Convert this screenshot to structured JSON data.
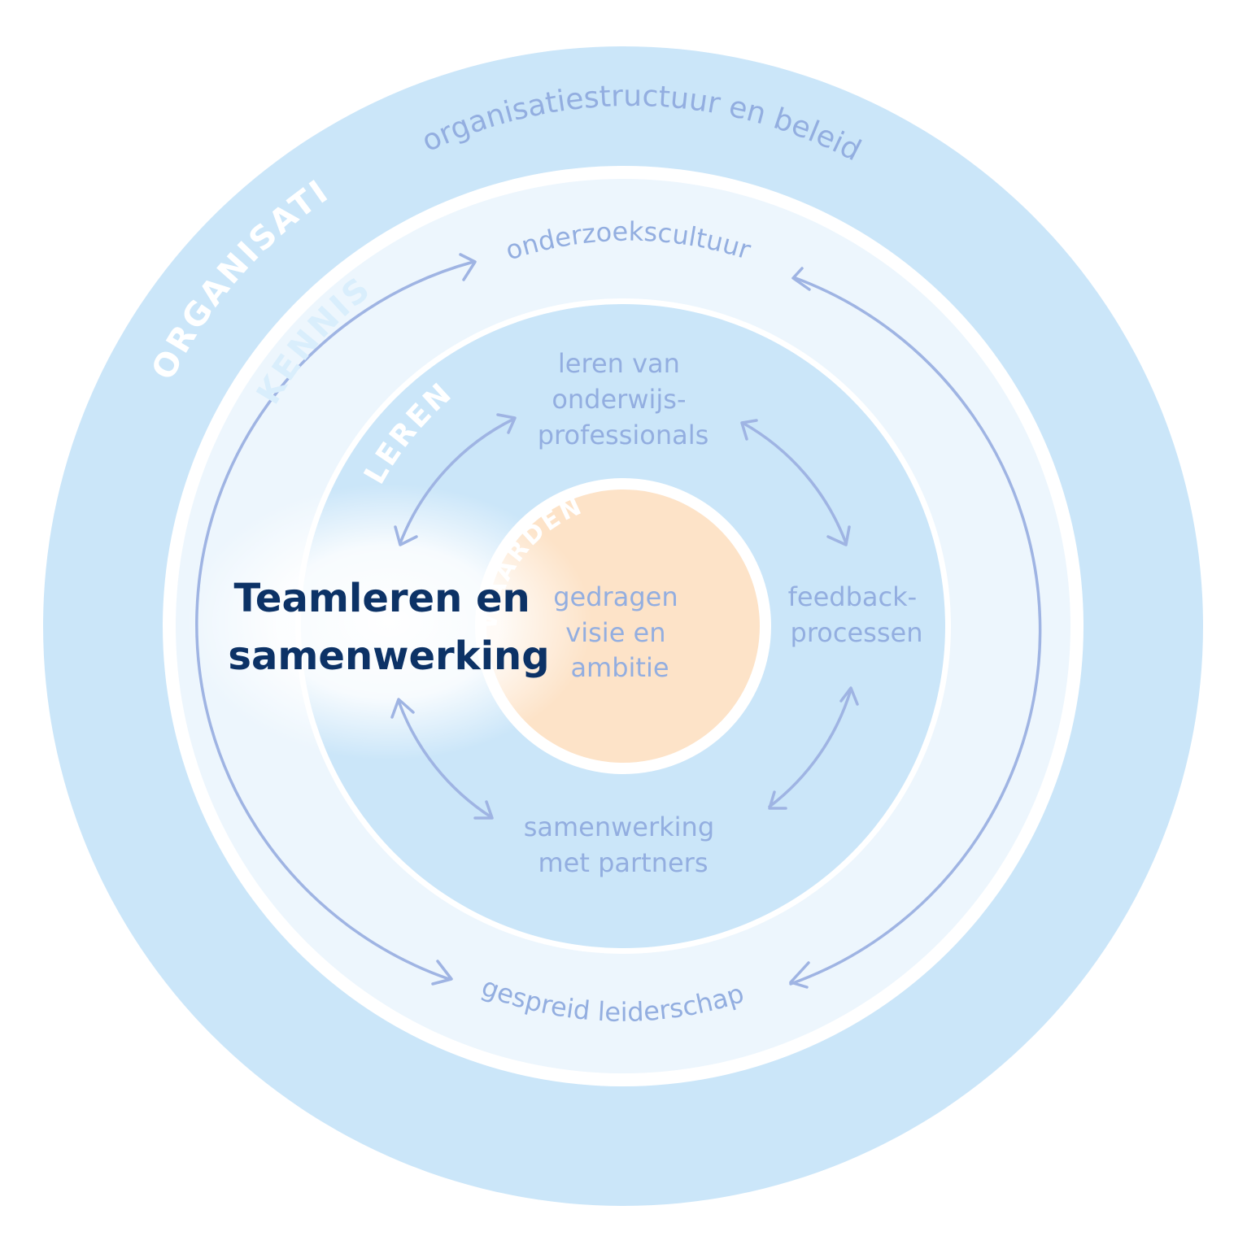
{
  "rings": {
    "organisatie": {
      "label": "ORGANISATIE",
      "topic": "organisatiestructuur en beleid"
    },
    "kennis": {
      "label": "KENNIS",
      "topic_top": "onderzoekscultuur",
      "topic_bottom": "gespreid leiderschap"
    },
    "leren": {
      "label": "LEREN",
      "top_lines": [
        "leren van",
        "onderwijs-",
        "professionals"
      ],
      "right_lines": [
        "feedback-",
        "processen"
      ],
      "bottom_lines": [
        "samenwerking",
        "met partners"
      ]
    },
    "waarden": {
      "label": "WAARDEN",
      "lines": [
        "gedragen",
        "visie en",
        "ambitie"
      ]
    }
  },
  "focus": {
    "lines": [
      "Teamleren en",
      "samenwerking"
    ]
  },
  "colors": {
    "outer_ring": "#cbe6f9",
    "kennis_ring": "#edf6fd",
    "leren_ring": "#cbe6f9",
    "core": "#fde3c8",
    "arrow": "#9fb4e3",
    "text": "#93aee0",
    "focus_text": "#0c3266"
  }
}
